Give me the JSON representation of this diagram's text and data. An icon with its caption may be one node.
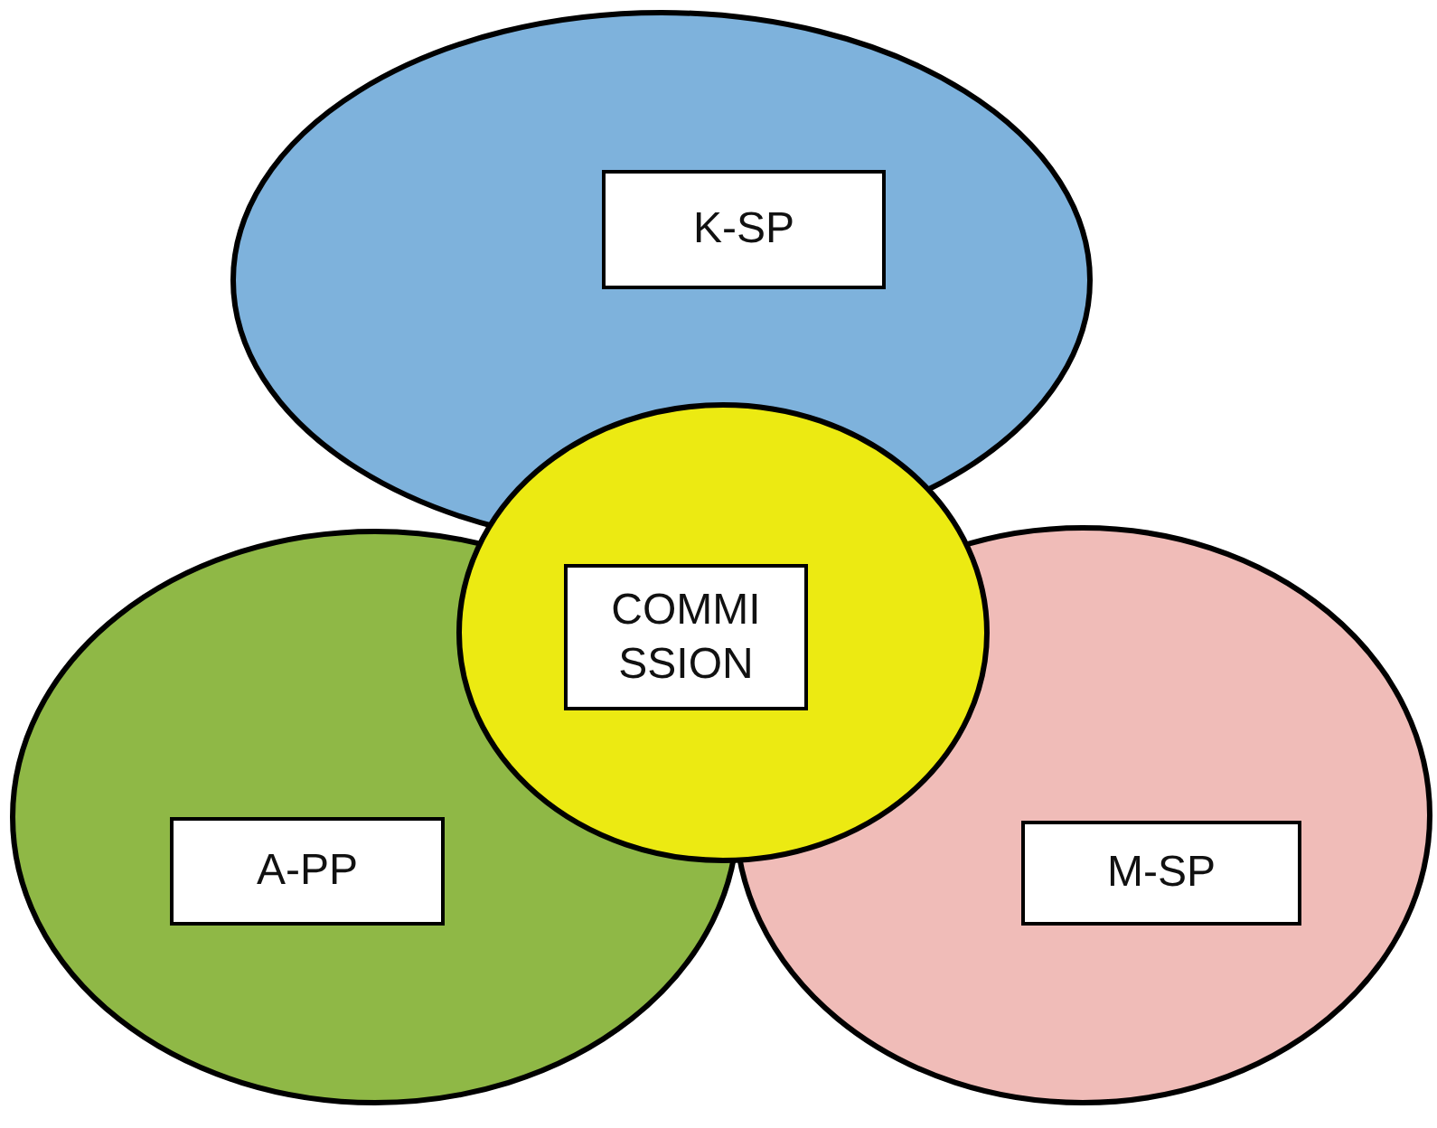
{
  "diagram": {
    "nodes": [
      {
        "text": [],
        "shape": "circle"
      },
      {
        "text": [
          "K-SP"
        ],
        "in": 0
      },
      {
        "text": [],
        "shape": "circle"
      },
      {
        "text": [
          "COMMI SSION"
        ],
        "in": 2
      },
      {
        "text": [],
        "shape": "circle"
      },
      {
        "text": [
          "A-PP"
        ],
        "in": 4
      },
      {
        "text": [],
        "shape": "circle"
      },
      {
        "text": [
          "M-SP"
        ],
        "in": 6
      }
    ]
  }
}
